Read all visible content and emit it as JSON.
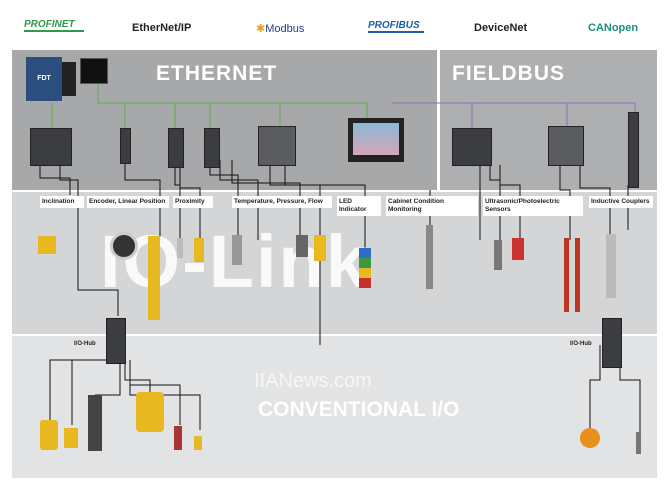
{
  "protocols": [
    "PROFINET",
    "EtherNet/IP",
    "Modbus",
    "PROFIBUS",
    "DeviceNet",
    "CANopen"
  ],
  "sections": {
    "ethernet": "ETHERNET",
    "fieldbus": "FIELDBUS",
    "iolink": "IO-Link",
    "conventional": "CONVENTIONAL I/O",
    "fdt": "FDT"
  },
  "watermark": "IIANews.com",
  "categories": [
    "Inclination",
    "Encoder, Linear Position",
    "Proximity",
    "Temperature, Pressure, Flow",
    "LED Indicator",
    "Cabinet Condition Monitoring",
    "Ultrasonic/Photoelectric Sensors",
    "Inductive Couplers"
  ],
  "hubs": [
    "I/O-Hub",
    "I/O-Hub"
  ],
  "colors": {
    "ethernet_bg": "#a7a8aa",
    "fieldbus_bg": "#aeafb1",
    "iolink_band": "#d4d5d6",
    "conventional_band": "#e2e3e4",
    "ethernet_line": "#5cae4a",
    "fieldbus_line": "#8a6fb0",
    "profinet": "#2f9a4a",
    "profibus": "#1d5fa8",
    "canopen": "#1c8f7a"
  }
}
